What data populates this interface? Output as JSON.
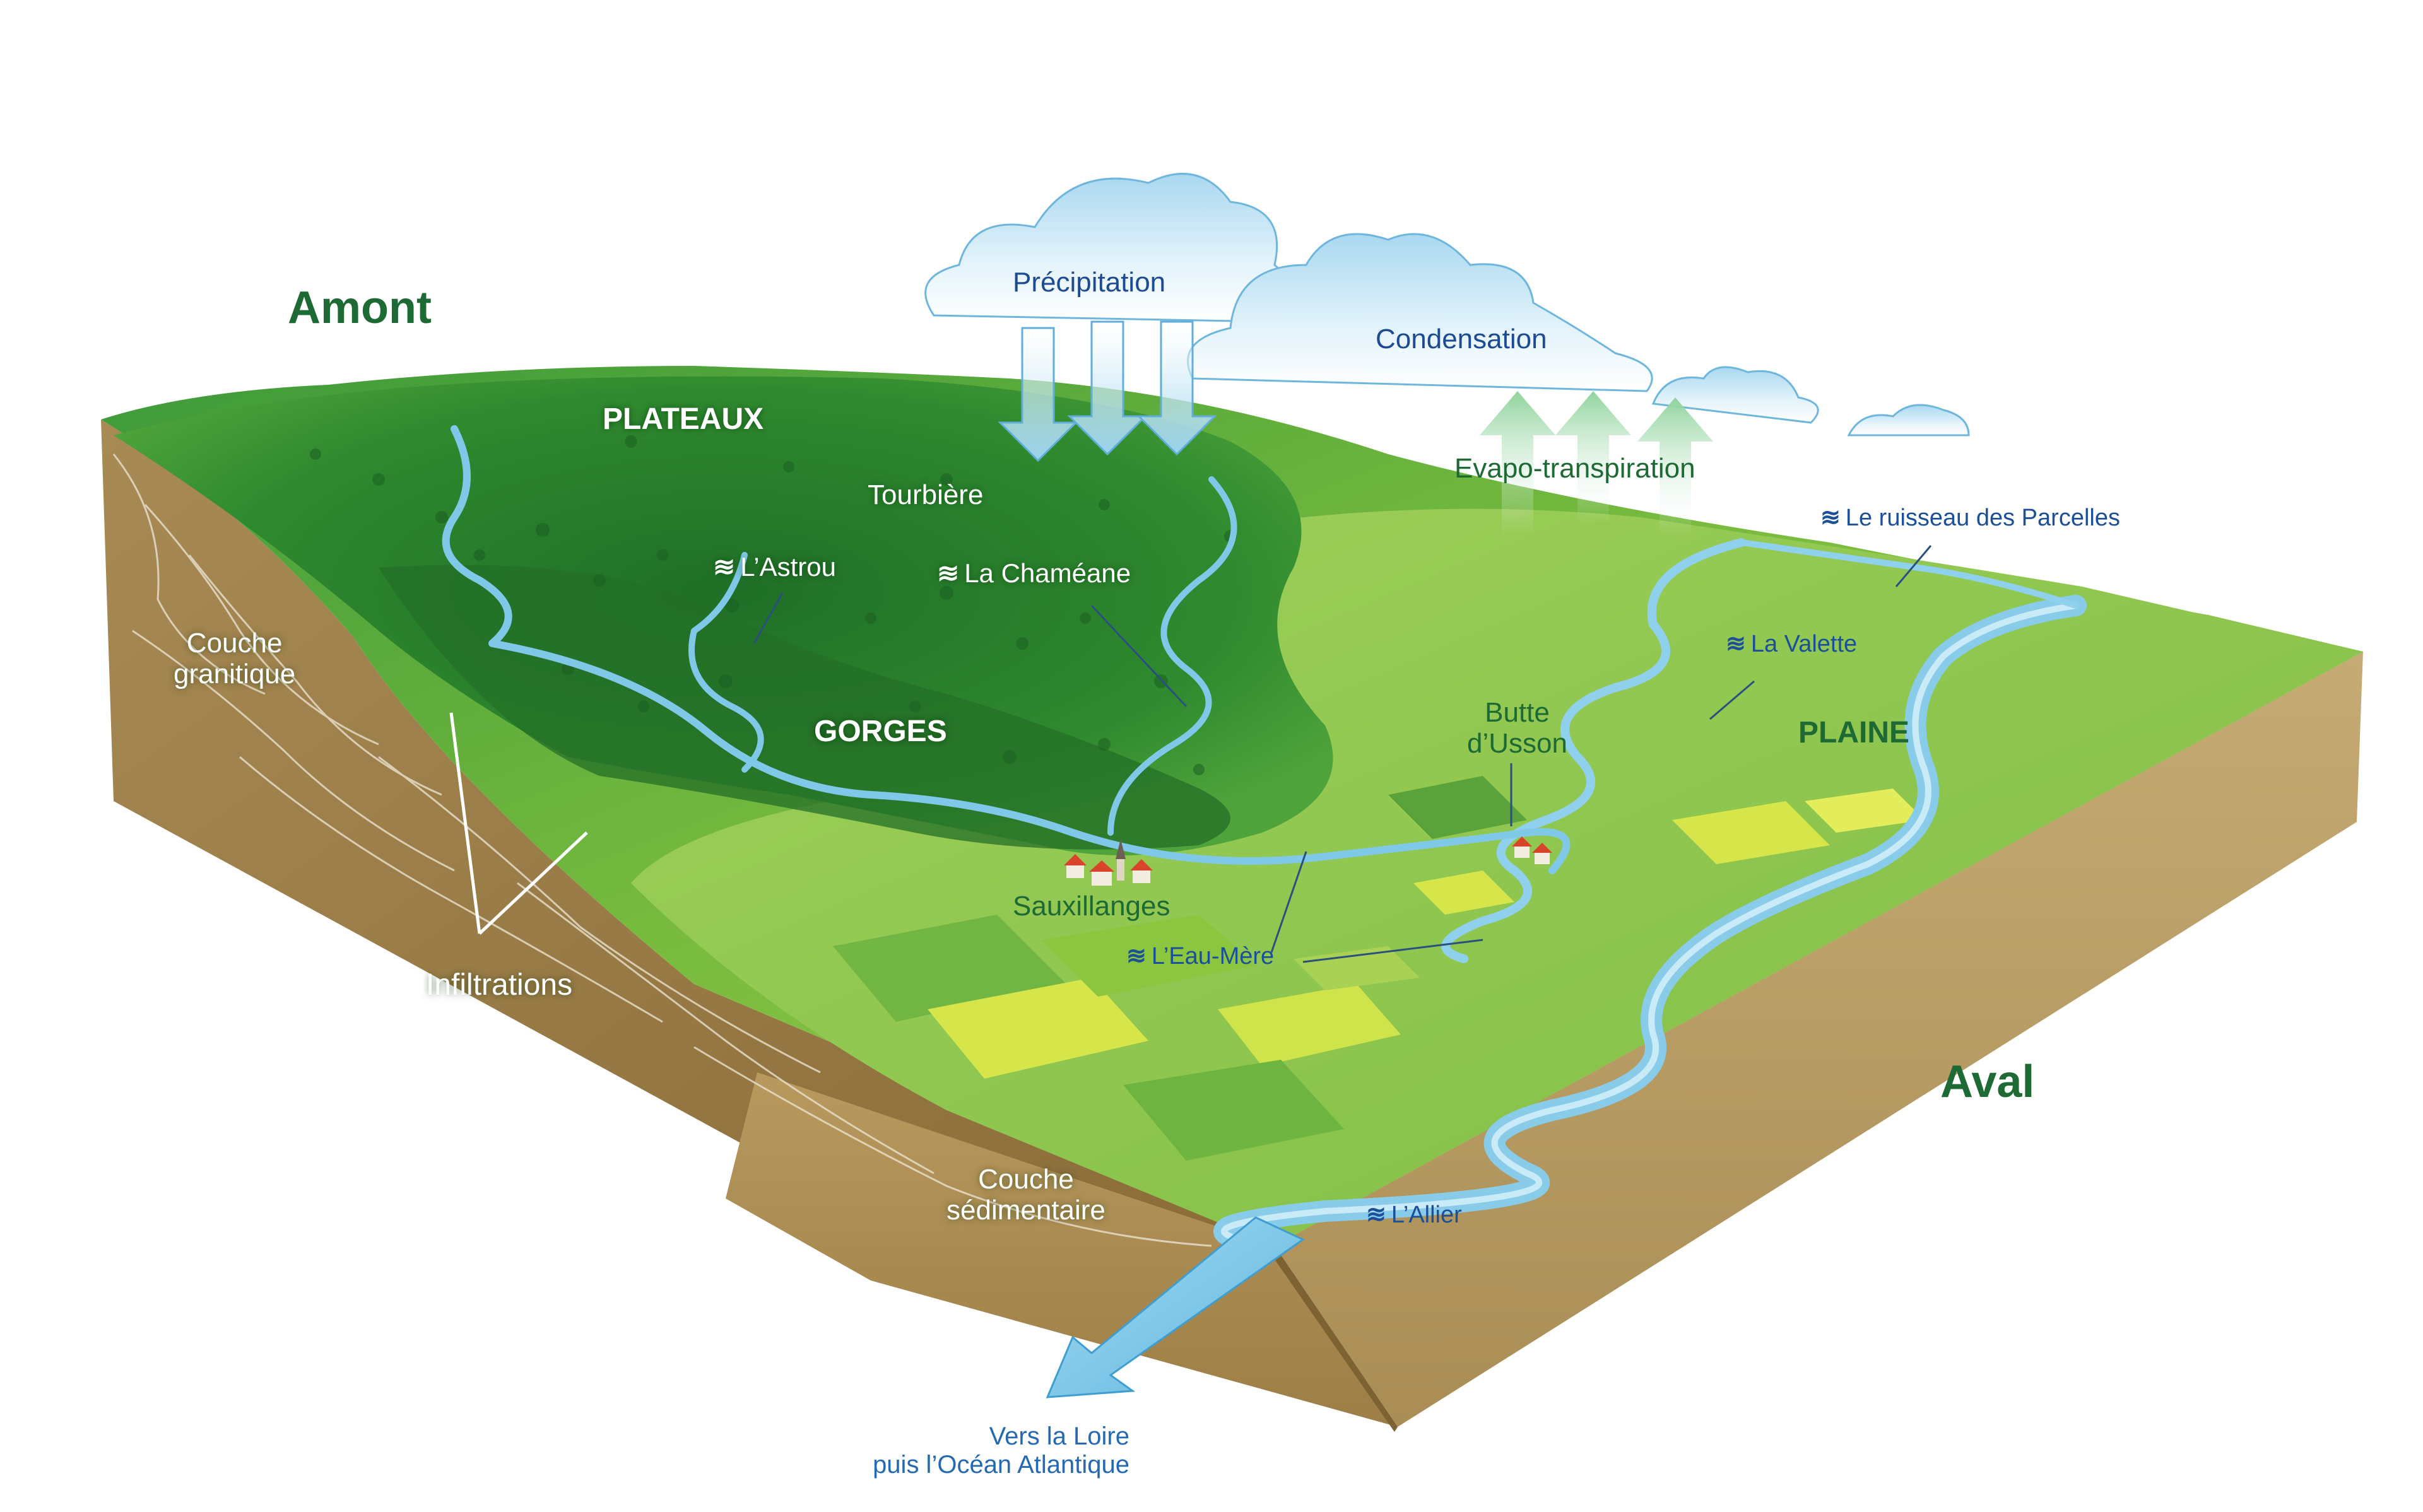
{
  "zones": {
    "amont": "Amont",
    "aval": "Aval",
    "plateaux": "PLATEAUX",
    "gorges": "GORGES",
    "plaine": "PLAINE"
  },
  "processes": {
    "precipitation": "Précipitation",
    "condensation": "Condensation",
    "evapotranspiration": "Evapo-transpiration",
    "infiltrations": "Infiltrations"
  },
  "geology": {
    "granitic": [
      "Couche",
      "granitique"
    ],
    "sedimentary": [
      "Couche",
      "sédimentaire"
    ]
  },
  "places": {
    "tourbiere": "Tourbière",
    "sauxillanges": "Sauxillanges",
    "butte": [
      "Butte",
      "d’Usson"
    ]
  },
  "rivers": {
    "astrou": "L’Astrou",
    "chameane": "La Chaméane",
    "eau_mere": "L’Eau-Mère",
    "allier": "L’Allier",
    "valette": "La Valette",
    "parcelles": "Le ruisseau des Parcelles"
  },
  "outlet": [
    "Vers la Loire",
    "puis l’Océan Atlantique"
  ],
  "river_icon": "waves-icon",
  "colors": {
    "zone_label": "#1e6a35",
    "river_label": "#1b4f98",
    "cloud_text": "#1d4b93",
    "water": "#7fc8e8",
    "soil": "#9a7c45",
    "forest": "#2f8a2f",
    "meadow": "#8cc63f"
  }
}
